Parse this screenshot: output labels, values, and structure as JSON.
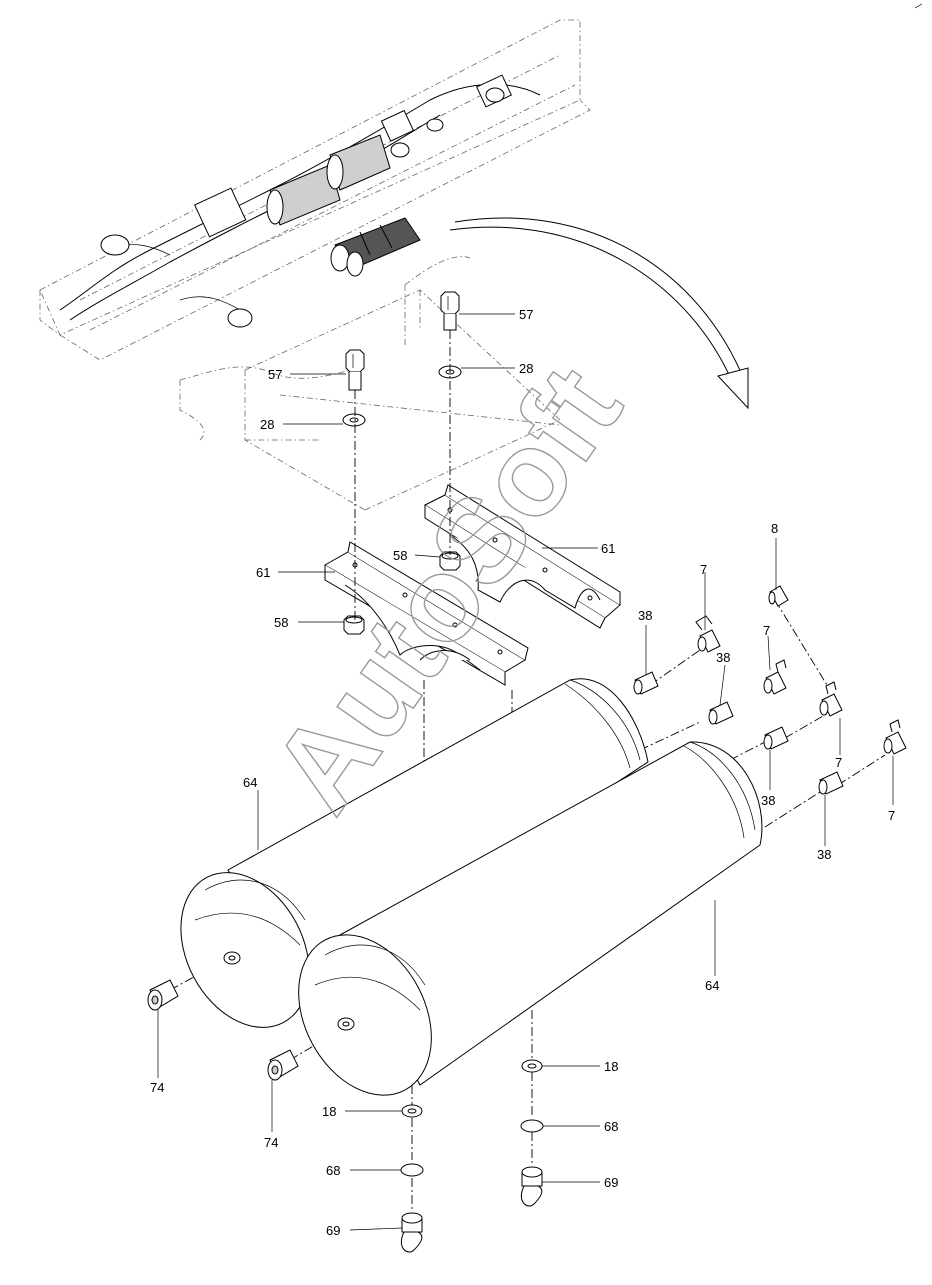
{
  "watermark": "AutoSoft",
  "callouts": [
    {
      "id": "c57a",
      "label": "57"
    },
    {
      "id": "c57b",
      "label": "57"
    },
    {
      "id": "c28a",
      "label": "28"
    },
    {
      "id": "c28b",
      "label": "28"
    },
    {
      "id": "c61a",
      "label": "61"
    },
    {
      "id": "c61b",
      "label": "61"
    },
    {
      "id": "c58a",
      "label": "58"
    },
    {
      "id": "c58b",
      "label": "58"
    },
    {
      "id": "c8",
      "label": "8"
    },
    {
      "id": "c7a",
      "label": "7"
    },
    {
      "id": "c7b",
      "label": "7"
    },
    {
      "id": "c7c",
      "label": "7"
    },
    {
      "id": "c7d",
      "label": "7"
    },
    {
      "id": "c38a",
      "label": "38"
    },
    {
      "id": "c38b",
      "label": "38"
    },
    {
      "id": "c38c",
      "label": "38"
    },
    {
      "id": "c38d",
      "label": "38"
    },
    {
      "id": "c64a",
      "label": "64"
    },
    {
      "id": "c64b",
      "label": "64"
    },
    {
      "id": "c74a",
      "label": "74"
    },
    {
      "id": "c74b",
      "label": "74"
    },
    {
      "id": "c18a",
      "label": "18"
    },
    {
      "id": "c18b",
      "label": "18"
    },
    {
      "id": "c68a",
      "label": "68"
    },
    {
      "id": "c68b",
      "label": "68"
    },
    {
      "id": "c69a",
      "label": "69"
    },
    {
      "id": "c69b",
      "label": "69"
    }
  ]
}
